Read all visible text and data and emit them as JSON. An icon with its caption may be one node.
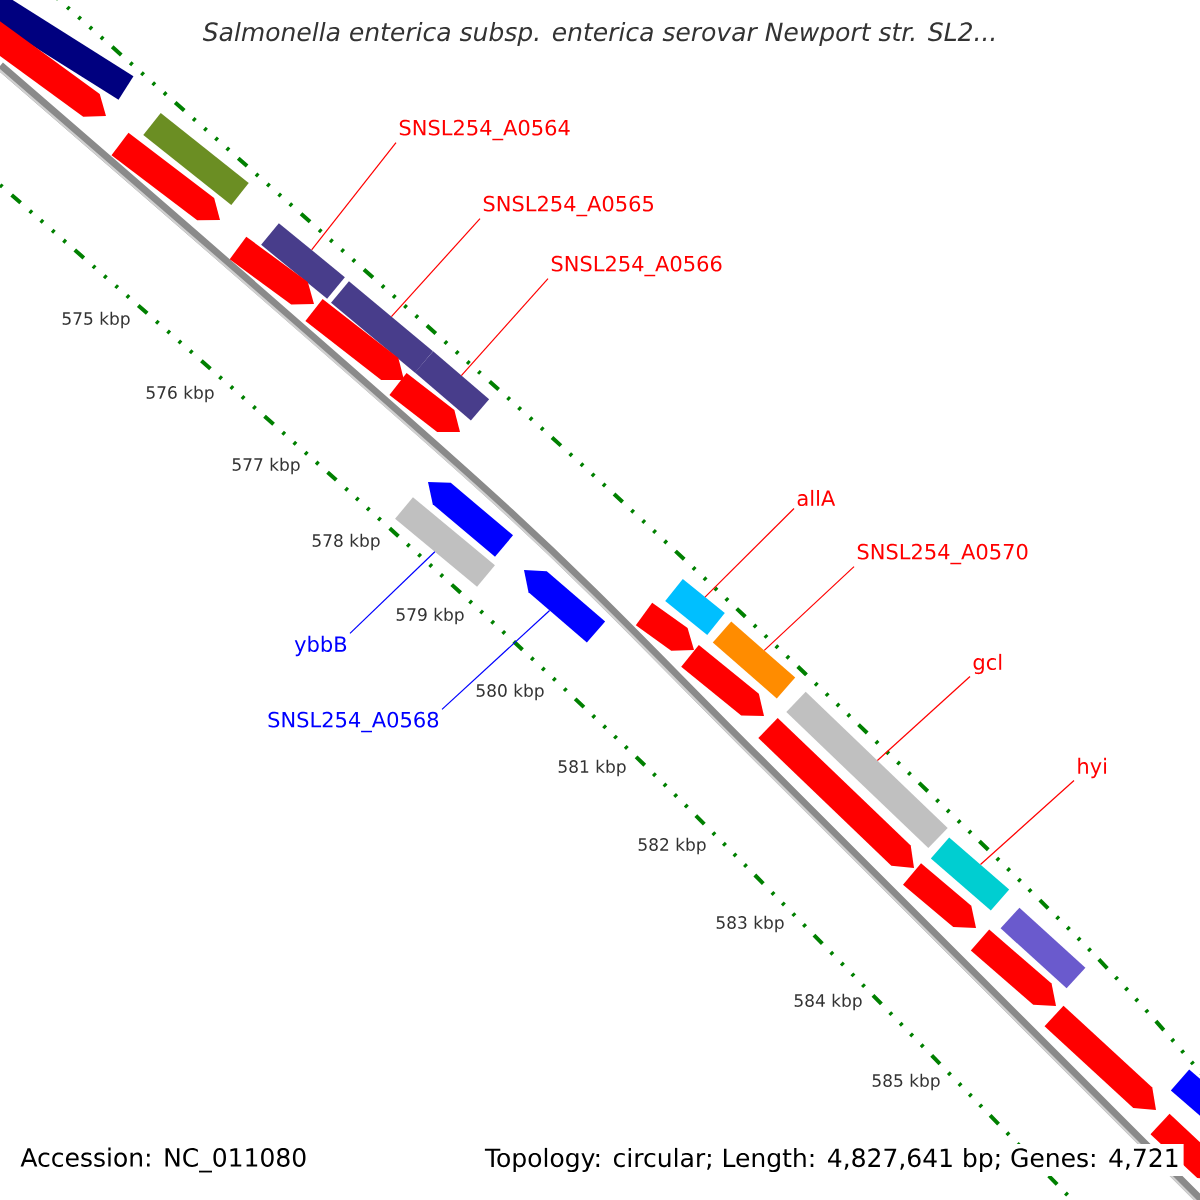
{
  "diagram": {
    "title": "Salmonella enterica subsp. enterica serovar Newport str. SL2...",
    "nodes": [
      {
        "text": [
          "SNSL254_A0564"
        ]
      },
      {
        "text": [],
        "shape": "bar"
      },
      {
        "text": [
          "SNSL254_A0565"
        ]
      },
      {
        "text": [],
        "shape": "bar"
      },
      {
        "text": [
          "SNSL254_A0566"
        ]
      },
      {
        "text": [],
        "shape": "bar"
      },
      {
        "text": [
          "allA"
        ]
      },
      {
        "text": [],
        "shape": "bar"
      },
      {
        "text": [
          "SNSL254_A0570"
        ]
      },
      {
        "text": [],
        "shape": "bar"
      },
      {
        "text": [
          "gcl"
        ]
      },
      {
        "text": [],
        "shape": "bar"
      },
      {
        "text": [
          "hyi"
        ]
      },
      {
        "text": [],
        "shape": "bar"
      },
      {
        "text": [
          "ybbB"
        ]
      },
      {
        "text": [],
        "shape": "bar"
      },
      {
        "text": [
          "SNSL254_A0568"
        ]
      },
      {
        "text": [],
        "shape": "bar"
      },
      {
        "text": [],
        "shape": "bar"
      },
      {
        "text": [],
        "shape": "bar"
      },
      {
        "text": [],
        "shape": "bar"
      },
      {
        "text": [],
        "shape": "bar"
      },
      {
        "text": [],
        "shape": "bar"
      },
      {
        "text": [],
        "shape": "bar"
      },
      {
        "text": [],
        "shape": "bar"
      },
      {
        "text": [],
        "shape": "bar"
      },
      {
        "text": [],
        "shape": "bar"
      },
      {
        "text": [],
        "shape": "bar"
      },
      {
        "text": [],
        "shape": "bar"
      },
      {
        "text": [],
        "shape": "bar"
      },
      {
        "text": [],
        "shape": "bar"
      },
      {
        "text": [],
        "shape": "bar"
      },
      {
        "text": [],
        "shape": "bar"
      },
      {
        "text": [],
        "shape": "bar"
      },
      {
        "text": [],
        "shape": "bar"
      }
    ],
    "edges": [
      {
        "from": 0,
        "to": 1,
        "arrow": "none"
      },
      {
        "from": 2,
        "to": 3,
        "arrow": "none"
      },
      {
        "from": 4,
        "to": 5,
        "arrow": "none"
      },
      {
        "from": 6,
        "to": 7,
        "arrow": "none"
      },
      {
        "from": 8,
        "to": 9,
        "arrow": "none"
      },
      {
        "from": 10,
        "to": 11,
        "arrow": "none"
      },
      {
        "from": 12,
        "to": 13,
        "arrow": "none"
      },
      {
        "from": 14,
        "to": 15,
        "arrow": "none",
        "color": "#0000ff"
      },
      {
        "from": 16,
        "to": 17,
        "arrow": "none",
        "color": "#0000ff"
      }
    ],
    "labels": [
      "575 kbp",
      "576 kbp",
      "577 kbp",
      "578 kbp",
      "579 kbp",
      "580 kbp",
      "581 kbp",
      "582 kbp",
      "583 kbp",
      "584 kbp",
      "585 kbp",
      "Accession: NC_011080",
      "Topology: circular; Length: 4,827,641 bp; Genes: 4,721"
    ]
  }
}
